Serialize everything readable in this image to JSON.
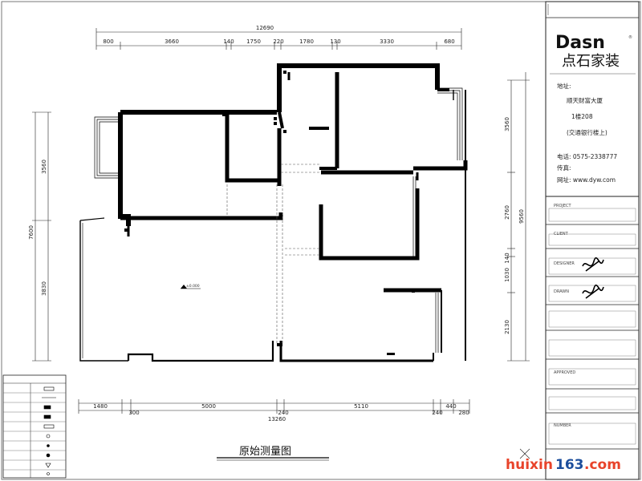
{
  "drawing": {
    "title": "原始测量图",
    "elevation": "±0.000"
  },
  "dimensions": {
    "top_total": "12690",
    "top_segments": [
      "800",
      "3660",
      "140",
      "1750",
      "220",
      "1780",
      "130",
      "3330",
      "680"
    ],
    "bottom_total": "13260",
    "bottom_segments": [
      "1480",
      "300",
      "5000",
      "240",
      "5110",
      "240",
      "440",
      "280"
    ],
    "left_total": "7600",
    "left_segments": [
      "3560",
      "3830"
    ],
    "right_total": "9560",
    "right_segments": [
      "3560",
      "2760",
      "140",
      "1030",
      "2130"
    ]
  },
  "rooms": {
    "bedroom_a": "",
    "bedroom_b": "",
    "bath_a": "",
    "bath_b": ""
  },
  "notes": {
    "left_window_1": "",
    "left_window_2": "",
    "left_wall": "",
    "center_top": "",
    "center_mid": "",
    "center_low": "",
    "right_top_1": "",
    "right_top_2": "",
    "room_mid_1": "",
    "room_mid_2": "",
    "room_low_1": "",
    "room_low_2": "",
    "bath_door": "",
    "kitchen": ""
  },
  "title_block": {
    "top_label": "",
    "brand": "Dasn",
    "brand_cn": "点石家装",
    "reg": "®",
    "address_lines": [
      "地址:",
      "顺天财富大厦",
      "1楼208",
      "(交通银行楼上)"
    ],
    "phone": "电话: 0575-2338777",
    "fax": "传真:",
    "web": "网址: www.dyw.com",
    "fields": [
      {
        "label": "",
        "sub": "PROJECT",
        "value": ""
      },
      {
        "label": "",
        "sub": "CLIENT",
        "value": ""
      },
      {
        "label": "",
        "sub": "DESIGNER",
        "value": ""
      },
      {
        "label": "",
        "sub": "DRAWN",
        "value": ""
      },
      {
        "label": "",
        "sub": "",
        "value": ""
      },
      {
        "label": "",
        "sub": "",
        "value": ""
      },
      {
        "label": "",
        "sub": "APPROVED",
        "value": ""
      },
      {
        "label": "",
        "sub": "",
        "value": ""
      },
      {
        "label": "",
        "sub": "NUMBER",
        "value": ""
      }
    ]
  },
  "legend": {
    "header": "",
    "items": [
      "",
      "",
      "",
      "",
      "",
      "",
      "",
      "",
      "",
      ""
    ]
  },
  "scale_note": "",
  "watermark": {
    "part1": "huixin",
    "part2": "163",
    "part3": ".com"
  }
}
